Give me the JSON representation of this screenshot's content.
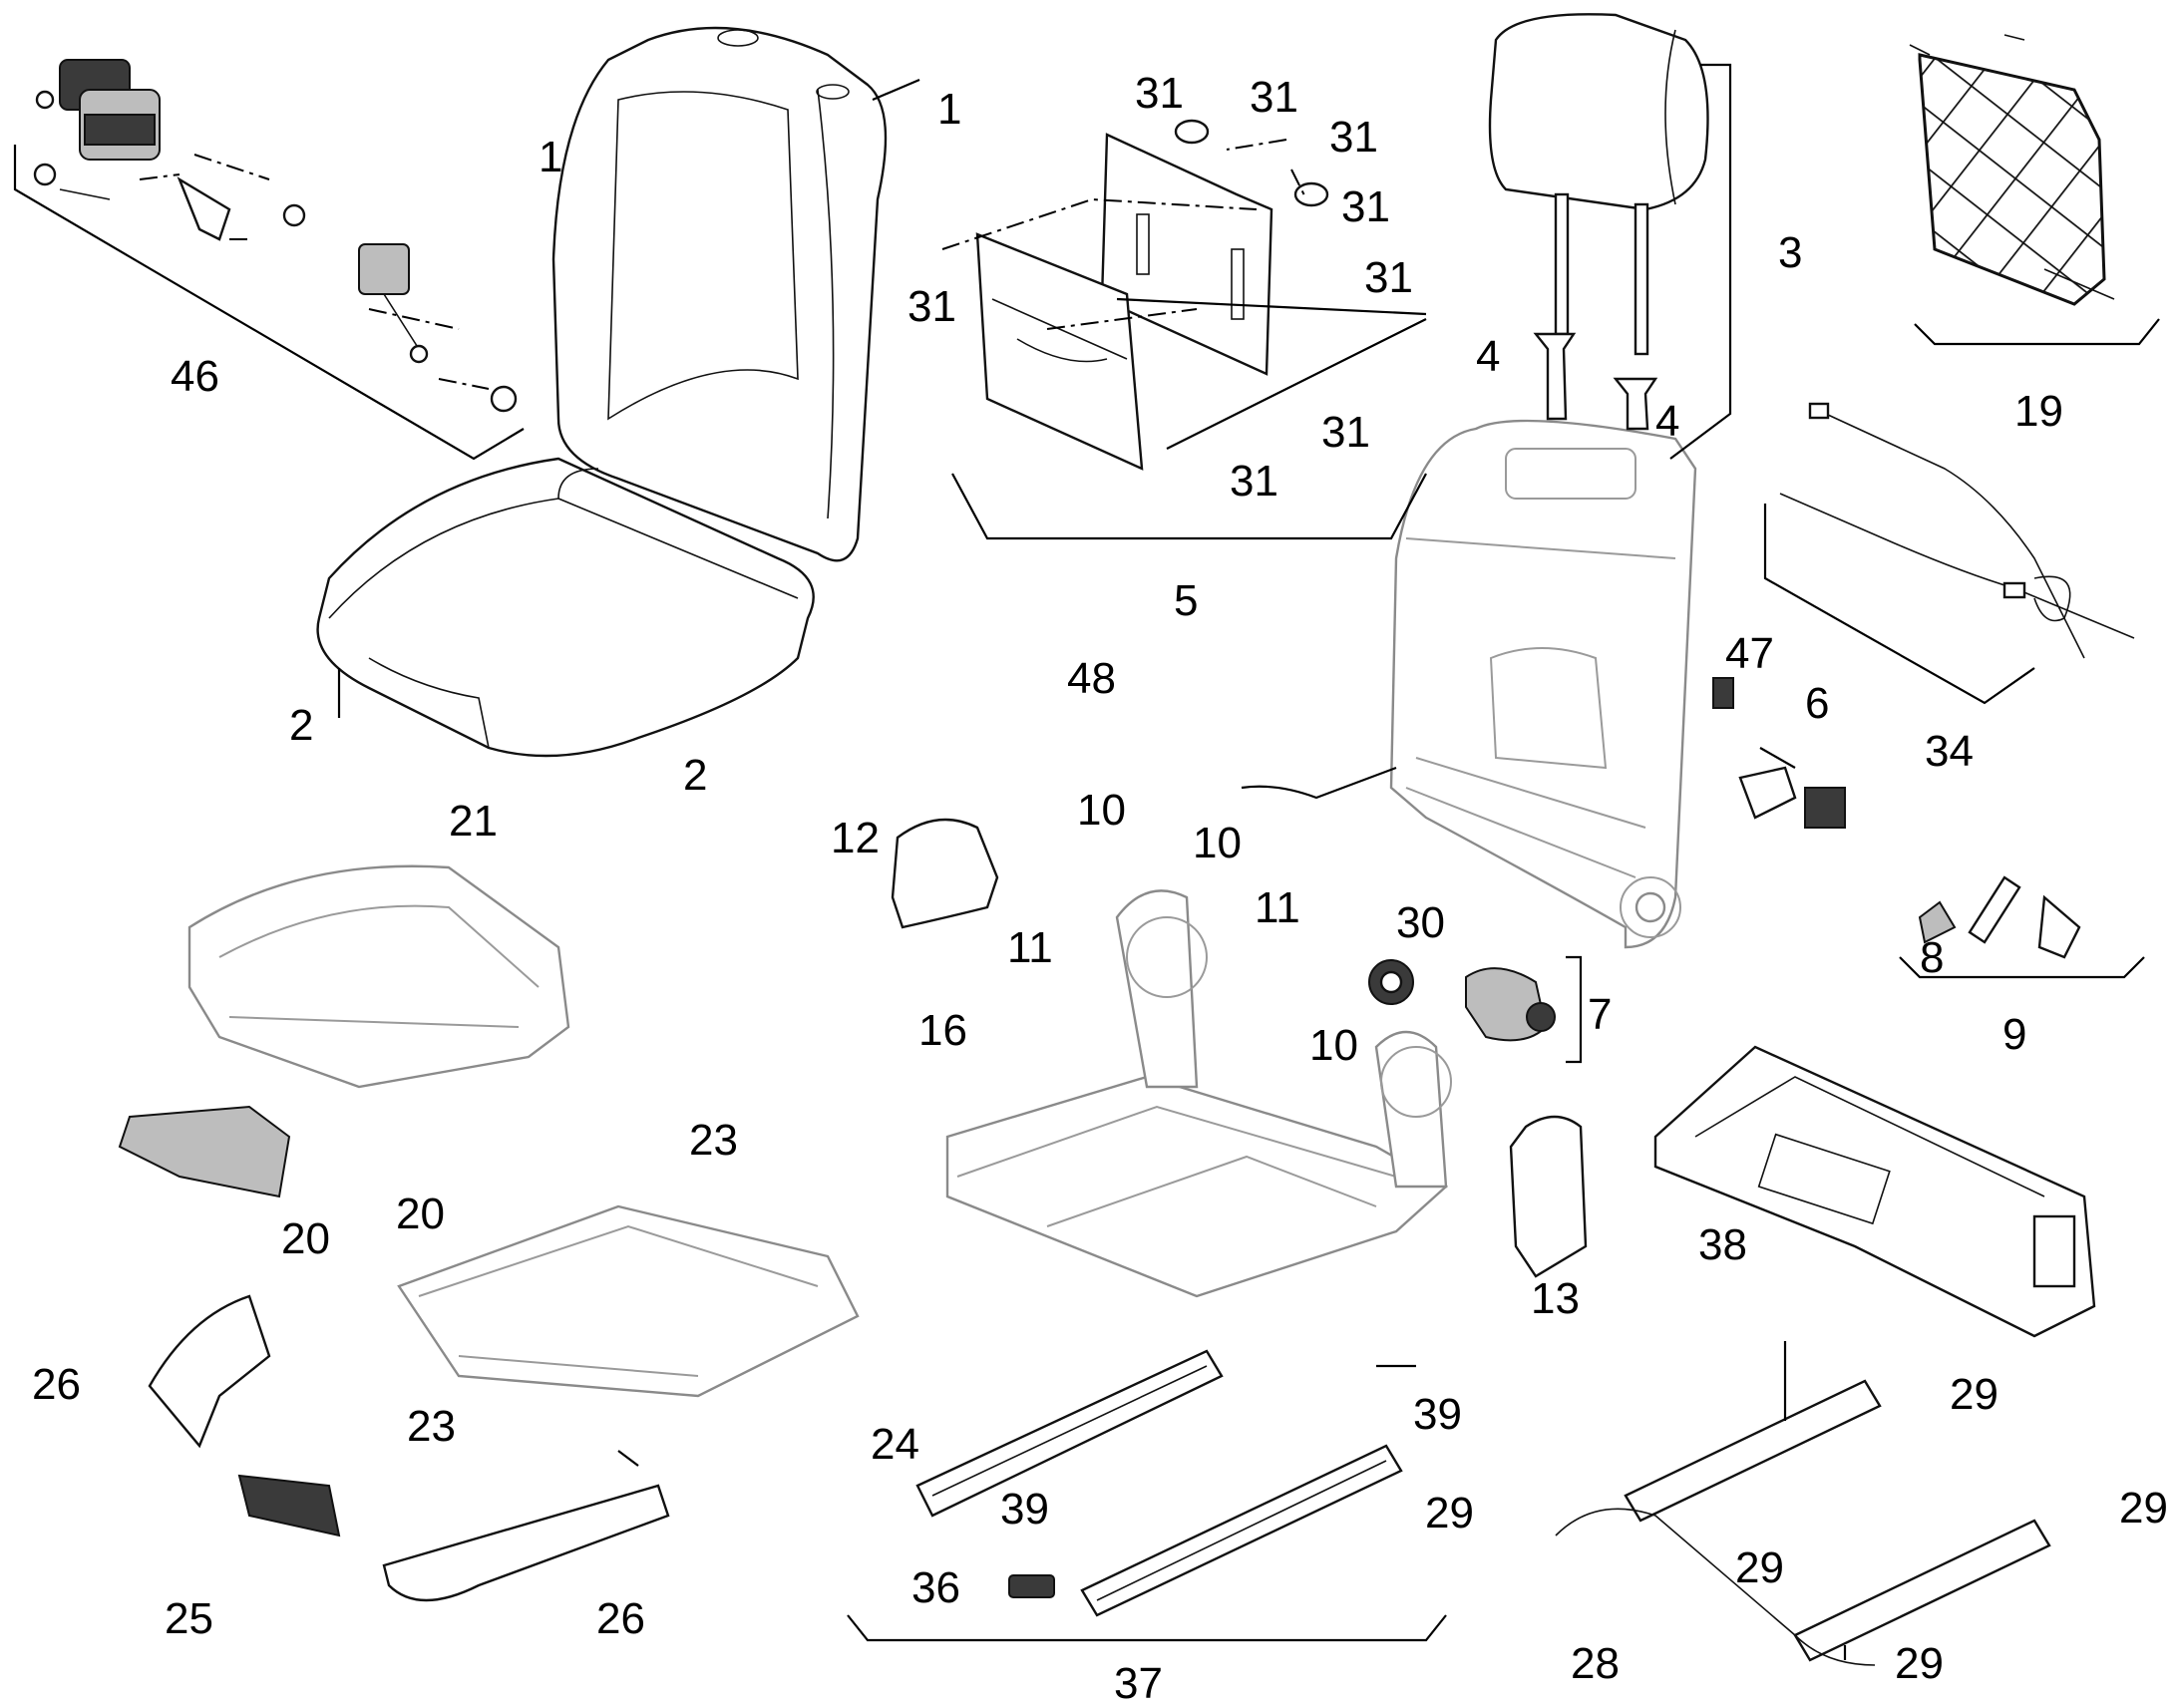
{
  "diagram": {
    "callouts": [
      "1",
      "1",
      "2",
      "2",
      "3",
      "4",
      "4",
      "5",
      "6",
      "7",
      "8",
      "9",
      "10",
      "10",
      "10",
      "11",
      "11",
      "12",
      "13",
      "16",
      "19",
      "20",
      "20",
      "21",
      "23",
      "23",
      "24",
      "25",
      "26",
      "26",
      "28",
      "29",
      "29",
      "29",
      "29",
      "29",
      "30",
      "31",
      "31",
      "31",
      "31",
      "31",
      "31",
      "31",
      "31",
      "34",
      "36",
      "37",
      "38",
      "39",
      "39",
      "46",
      "47",
      "48"
    ]
  }
}
